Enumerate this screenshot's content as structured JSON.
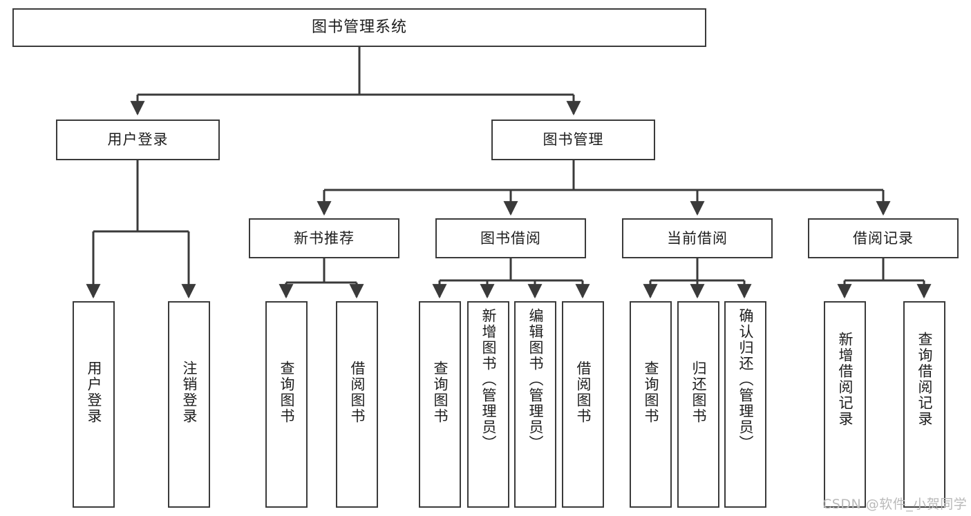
{
  "diagram": {
    "title": "图书管理系统",
    "type": "tree-hierarchy-diagram",
    "stroke_color": "#3a3a3a",
    "background_color": "#ffffff",
    "text_color": "#1d1d1d"
  },
  "nodes": {
    "root": {
      "label": "图书管理系统"
    },
    "level2": [
      {
        "label": "用户登录"
      },
      {
        "label": "图书管理"
      }
    ],
    "level3": [
      {
        "label": "新书推荐"
      },
      {
        "label": "图书借阅"
      },
      {
        "label": "当前借阅"
      },
      {
        "label": "借阅记录"
      }
    ],
    "leaves_user_login": [
      {
        "label": "用户登录"
      },
      {
        "label": "注销登录"
      }
    ],
    "leaves_new_book": [
      {
        "label": "查询图书"
      },
      {
        "label": "借阅图书"
      }
    ],
    "leaves_borrow": [
      {
        "label": "查询图书"
      },
      {
        "label": "新增图书（管理员）"
      },
      {
        "label": "编辑图书（管理员）"
      },
      {
        "label": "借阅图书"
      }
    ],
    "leaves_current": [
      {
        "label": "查询图书"
      },
      {
        "label": "归还图书"
      },
      {
        "label": "确认归还（管理员）"
      }
    ],
    "leaves_records": [
      {
        "label": "新增借阅记录"
      },
      {
        "label": "查询借阅记录"
      }
    ]
  },
  "watermark": {
    "text": "CSDN @软件_小贺同学",
    "color": "#b9b9b9"
  }
}
